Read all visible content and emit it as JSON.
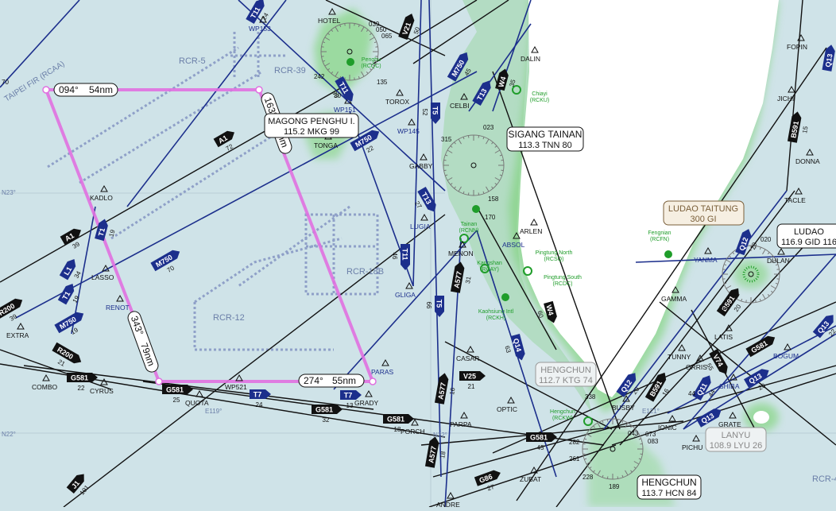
{
  "map": {
    "colors": {
      "sea": "#cfe3e8",
      "land": "#ffffff",
      "coast": "#8fd88f",
      "route_black": "#111111",
      "route_blue": "#1c2f8c",
      "airport_green": "#1f9d2a",
      "restricted": "#8fa0c8",
      "flight_plan": "#e070e0"
    },
    "region_labels": [
      {
        "id": "taipei-fir",
        "text": "TAIPEI FIR (RCAA)"
      },
      {
        "id": "rcr5",
        "text": "RCR-5"
      },
      {
        "id": "rcr39",
        "text": "RCR-39"
      },
      {
        "id": "rcr12",
        "text": "RCR-12"
      },
      {
        "id": "rcr18b",
        "text": "RCR-18B"
      },
      {
        "id": "rcr4",
        "text": "RCR-4"
      },
      {
        "id": "n23",
        "text": "N23°"
      },
      {
        "id": "n22",
        "text": "N22°"
      },
      {
        "id": "e119",
        "text": "E119°"
      },
      {
        "id": "e121",
        "text": "E121°"
      },
      {
        "id": "n22b",
        "text": "N22°"
      }
    ],
    "flight_plan_legs": [
      {
        "id": "leg1",
        "course": "094°",
        "distance": "54nm"
      },
      {
        "id": "leg2",
        "course": "163°",
        "distance": "79nm"
      },
      {
        "id": "leg3",
        "course": "274°",
        "distance": "55nm"
      },
      {
        "id": "leg4",
        "course": "343°",
        "distance": "79nm"
      }
    ],
    "navaids": [
      {
        "id": "magong",
        "name": "MAGONG PENGHU I.",
        "detail": "115.2 MKG 99"
      },
      {
        "id": "tainan",
        "name": "SIGANG TAINAN",
        "detail": "113.3 TNN 80"
      },
      {
        "id": "ludao-taitung",
        "name": "LUDAO TAITUNG",
        "detail": "300 GI"
      },
      {
        "id": "ludao",
        "name": "LUDAO",
        "detail": "116.9 GID 116"
      },
      {
        "id": "hengchun-ndb",
        "name": "HENGCHUN",
        "detail": "112.7 KTG 74"
      },
      {
        "id": "hengchun",
        "name": "HENGCHUN",
        "detail": "113.7 HCN 84"
      },
      {
        "id": "lanyu",
        "name": "LANYU",
        "detail": "108.9 LYU 26"
      }
    ],
    "airports": [
      {
        "id": "penghu",
        "name": "Penghu",
        "code": "(RCQC)"
      },
      {
        "id": "chiayi",
        "name": "Chiayi",
        "code": "(RCKU)"
      },
      {
        "id": "tainan-ap",
        "name": "Tainan",
        "code": "(RCNN)"
      },
      {
        "id": "kangshan",
        "name": "Kangshan",
        "code": "(RCAY)"
      },
      {
        "id": "pingtung-n",
        "name": "Pingtung North",
        "code": "(RCSQ)"
      },
      {
        "id": "pingtung-s",
        "name": "Pingtung South",
        "code": "(RCDC)"
      },
      {
        "id": "kaohsiung",
        "name": "Kaohsiung Intl",
        "code": "(RCKH)"
      },
      {
        "id": "fengnian",
        "name": "Fengnian",
        "code": "(RCFN)"
      },
      {
        "id": "hengchun-ap",
        "name": "Hengchun",
        "code": "(RCKW)"
      }
    ],
    "fixes": [
      {
        "id": "hotel",
        "name": "HOTEL"
      },
      {
        "id": "wp153",
        "name": "WP153"
      },
      {
        "id": "dalin",
        "name": "DALIN"
      },
      {
        "id": "torox",
        "name": "TOROX"
      },
      {
        "id": "celbi",
        "name": "CELBI"
      },
      {
        "id": "wp151",
        "name": "WP151"
      },
      {
        "id": "wp145",
        "name": "WP145"
      },
      {
        "id": "tonga",
        "name": "TONGA"
      },
      {
        "id": "gabby",
        "name": "GABBY"
      },
      {
        "id": "kadlo",
        "name": "KADLO"
      },
      {
        "id": "lugia",
        "name": "LUGIA"
      },
      {
        "id": "arlen",
        "name": "ARLEN"
      },
      {
        "id": "absol",
        "name": "ABSOL"
      },
      {
        "id": "menon",
        "name": "MENON"
      },
      {
        "id": "lasso",
        "name": "LASSO"
      },
      {
        "id": "renot",
        "name": "RENOT"
      },
      {
        "id": "gliga",
        "name": "GLIGA"
      },
      {
        "id": "extra",
        "name": "EXTRA"
      },
      {
        "id": "combo",
        "name": "COMBO"
      },
      {
        "id": "cyrus",
        "name": "CYRUS"
      },
      {
        "id": "quota",
        "name": "QUOTA"
      },
      {
        "id": "wp521",
        "name": "WP521"
      },
      {
        "id": "paras",
        "name": "PARAS"
      },
      {
        "id": "grady",
        "name": "GRADY"
      },
      {
        "id": "casar",
        "name": "CASAR"
      },
      {
        "id": "optic",
        "name": "OPTIC"
      },
      {
        "id": "porch",
        "name": "PORCH"
      },
      {
        "id": "parpa",
        "name": "PARPA"
      },
      {
        "id": "zubat",
        "name": "ZUBAT"
      },
      {
        "id": "andre",
        "name": "ANDRE"
      },
      {
        "id": "busby",
        "name": "BUSBY"
      },
      {
        "id": "ionic",
        "name": "IONIC"
      },
      {
        "id": "pichu",
        "name": "PICHU"
      },
      {
        "id": "grate",
        "name": "GRATE"
      },
      {
        "id": "shiba",
        "name": "SHIBA"
      },
      {
        "id": "orris",
        "name": "ORRIS"
      },
      {
        "id": "tunny",
        "name": "TUNNY"
      },
      {
        "id": "latis",
        "name": "LATIS"
      },
      {
        "id": "gamma",
        "name": "GAMMA"
      },
      {
        "id": "yanma",
        "name": "YANMA"
      },
      {
        "id": "dulan",
        "name": "DULAN"
      },
      {
        "id": "tacle",
        "name": "TACLE"
      },
      {
        "id": "donna",
        "name": "DONNA"
      },
      {
        "id": "jichi",
        "name": "JICHI"
      },
      {
        "id": "fopin",
        "name": "FOPIN"
      },
      {
        "id": "bogum",
        "name": "BOGUM"
      }
    ],
    "airways": [
      {
        "id": "t11a",
        "label": "T11",
        "num": "24"
      },
      {
        "id": "v21",
        "label": "V21",
        "num": "50"
      },
      {
        "id": "m750a",
        "label": "M750",
        "num": "45"
      },
      {
        "id": "w4a",
        "label": "W4",
        "num": "35"
      },
      {
        "id": "t13a",
        "label": "T13",
        "num": ""
      },
      {
        "id": "t11b",
        "label": "T11",
        "num": "30"
      },
      {
        "id": "m750b",
        "label": "M750",
        "num": "22"
      },
      {
        "id": "a1a",
        "label": "A1",
        "num": "72"
      },
      {
        "id": "t5a",
        "label": "T5",
        "num": "52"
      },
      {
        "id": "t13b",
        "label": "T13",
        "num": "27"
      },
      {
        "id": "a1b",
        "label": "A1",
        "num": "39"
      },
      {
        "id": "t1a",
        "label": "T1",
        "num": "19"
      },
      {
        "id": "l1",
        "label": "L1",
        "num": "34"
      },
      {
        "id": "m750c",
        "label": "M750",
        "num": "70"
      },
      {
        "id": "t1b",
        "label": "T1",
        "num": "19"
      },
      {
        "id": "t11c",
        "label": "T11",
        "num": "46"
      },
      {
        "id": "a577a",
        "label": "A577",
        "num": "31"
      },
      {
        "id": "t5b",
        "label": "T5",
        "num": "66"
      },
      {
        "id": "m750d",
        "label": "M750",
        "num": "19"
      },
      {
        "id": "r200a",
        "label": "R200",
        "num": "39"
      },
      {
        "id": "r200b",
        "label": "R200",
        "num": "21"
      },
      {
        "id": "g581a",
        "label": "G581",
        "num": "22"
      },
      {
        "id": "g581b",
        "label": "G581",
        "num": "25"
      },
      {
        "id": "t7a",
        "label": "T7",
        "num": "24"
      },
      {
        "id": "t7b",
        "label": "T7",
        "num": "13"
      },
      {
        "id": "g581c",
        "label": "G581",
        "num": "32"
      },
      {
        "id": "g581d",
        "label": "G581",
        "num": "18"
      },
      {
        "id": "a577b",
        "label": "A577",
        "num": "16"
      },
      {
        "id": "v25",
        "label": "V25",
        "num": "21"
      },
      {
        "id": "q14",
        "label": "Q14",
        "num": "63"
      },
      {
        "id": "w4b",
        "label": "W4",
        "num": "60"
      },
      {
        "id": "g581e",
        "label": "G581",
        "num": "45"
      },
      {
        "id": "a577c",
        "label": "A577",
        "num": "18"
      },
      {
        "id": "g86",
        "label": "G86",
        "num": "27"
      },
      {
        "id": "j1",
        "label": "J1",
        "num": "191"
      },
      {
        "id": "q12a",
        "label": "Q12",
        "num": "20"
      },
      {
        "id": "b591a",
        "label": "B591",
        "num": "16"
      },
      {
        "id": "q11",
        "label": "Q11",
        "num": "44"
      },
      {
        "id": "q13a",
        "label": "Q13",
        "num": ""
      },
      {
        "id": "v74",
        "label": "V74",
        "num": "55"
      },
      {
        "id": "b591b",
        "label": "B591",
        "num": "20"
      },
      {
        "id": "q12b",
        "label": "Q12",
        "num": "20"
      },
      {
        "id": "g581f",
        "label": "G581",
        "num": ""
      },
      {
        "id": "q13b",
        "label": "Q13",
        "num": "20"
      },
      {
        "id": "q13c",
        "label": "Q13",
        "num": "22"
      },
      {
        "id": "b591c",
        "label": "B591",
        "num": "15"
      },
      {
        "id": "q13d",
        "label": "Q13",
        "num": "20"
      }
    ],
    "small_numbers": [
      "70",
      "039",
      "050",
      "065",
      "242",
      "135",
      "315",
      "023",
      "158",
      "170",
      "338",
      "043",
      "282",
      "261",
      "228",
      "189",
      "073",
      "083",
      "020",
      "020",
      "30",
      "44"
    ]
  }
}
